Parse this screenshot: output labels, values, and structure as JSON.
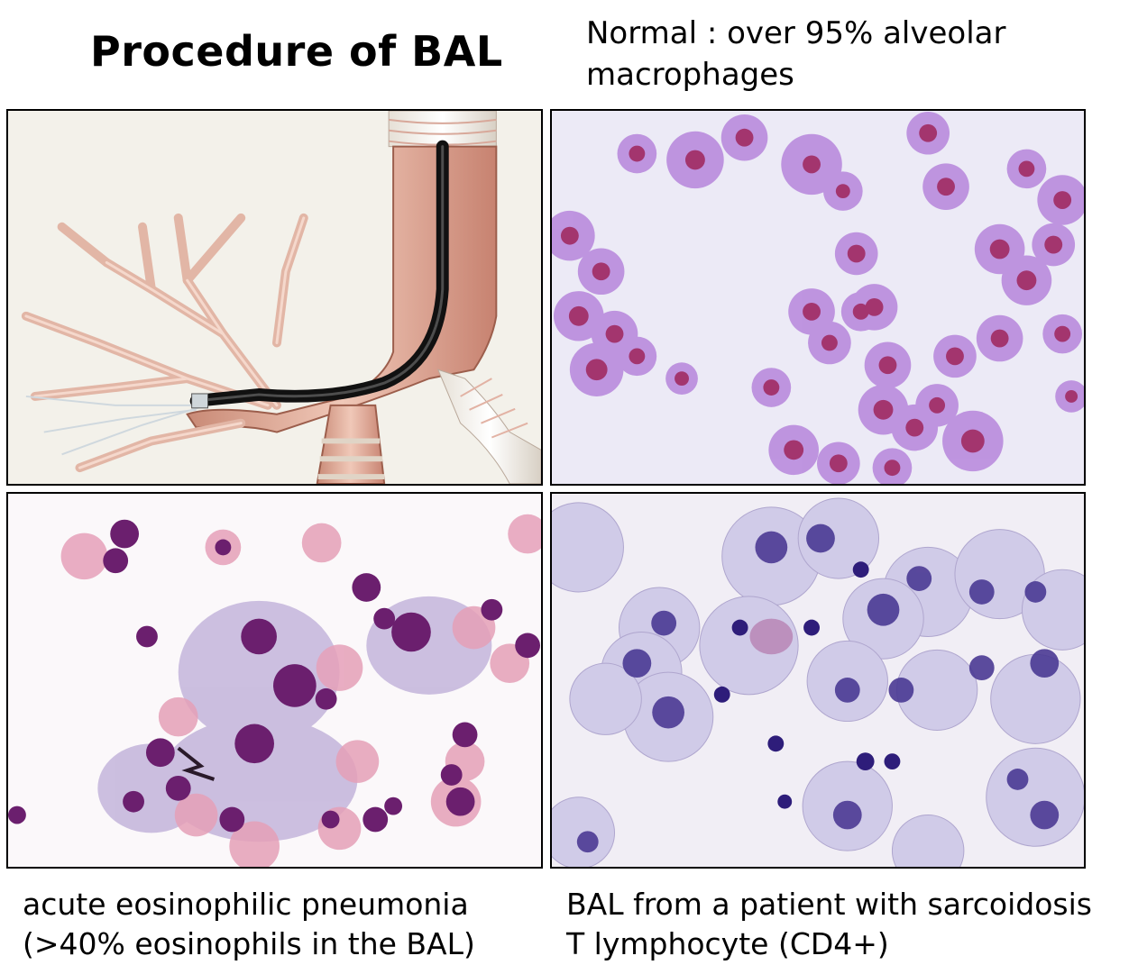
{
  "slide": {
    "title": "Procedure of BAL"
  },
  "captions": {
    "normal": [
      "Normal : over 95% alveolar",
      "macrophages"
    ],
    "eosinophilic": [
      "acute eosinophilic pneumonia",
      "(>40% eosinophils in the BAL)"
    ],
    "sarcoidosis": [
      "BAL from a patient with sarcoidosis",
      "T lymphocyte (CD4+)"
    ]
  },
  "colors": {
    "airway": "#d9a08c",
    "scope": "#1a1a1a",
    "macrophage_cytoplasm": "#b07ad6",
    "macrophage_nucleus": "#a8356a",
    "eosinophil_granules": "#d9607a",
    "lymphocyte": "#3a2a8a",
    "sarc_cytoplasm": "#c9c2e3"
  }
}
